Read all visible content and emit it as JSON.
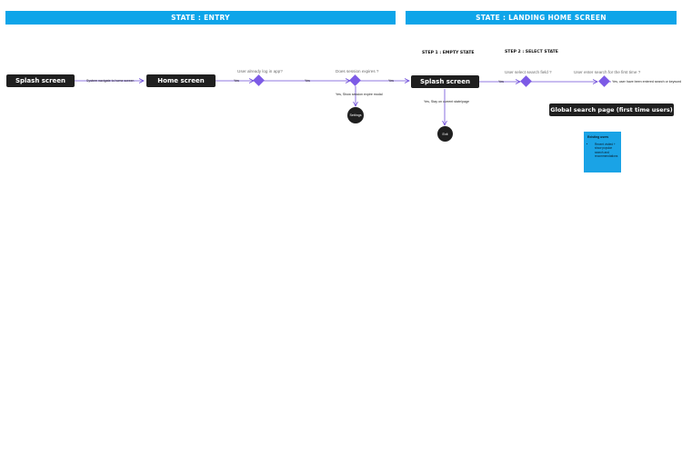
{
  "banners": {
    "entry": "STATE : ENTRY",
    "landing": "STATE : LANDING  HOME SCREEN"
  },
  "steps": {
    "step1": "STEP 1 : EMPTY STATE",
    "step2": "STEP 2 : SELECT STATE"
  },
  "nodes": {
    "splash1": "Splash screen",
    "home": "Home screen",
    "splash2": "Splash screen",
    "global_search": "Global search page (first time users)",
    "settings": "Settings",
    "exit": "Exit"
  },
  "conditions": {
    "logged_in": "User already log in app?",
    "session_expire": "Does session expires ?",
    "select_search": "User select search field ?",
    "first_search": "User enter search for the first time ?"
  },
  "labels": {
    "navigate": "System navigate to home screen",
    "yes1": "Yes",
    "yes2": "Yes",
    "yes3": "Yes",
    "yes4": "Yes",
    "expire_modal": "Yes, Show session expire modal",
    "stay_page": "Yes, Stay on current state/page",
    "keyword_entered": "Yes, user have been entered search or keyword"
  },
  "note": {
    "title": "Existing users",
    "items": [
      "Recent visited + show popular search and recommendations"
    ]
  },
  "colors": {
    "banner": "#0ea5e9",
    "node": "#1f1f1f",
    "arrow": "#6d4bd8",
    "diamond": "#7c5ae6",
    "note": "#1aa3e6"
  }
}
